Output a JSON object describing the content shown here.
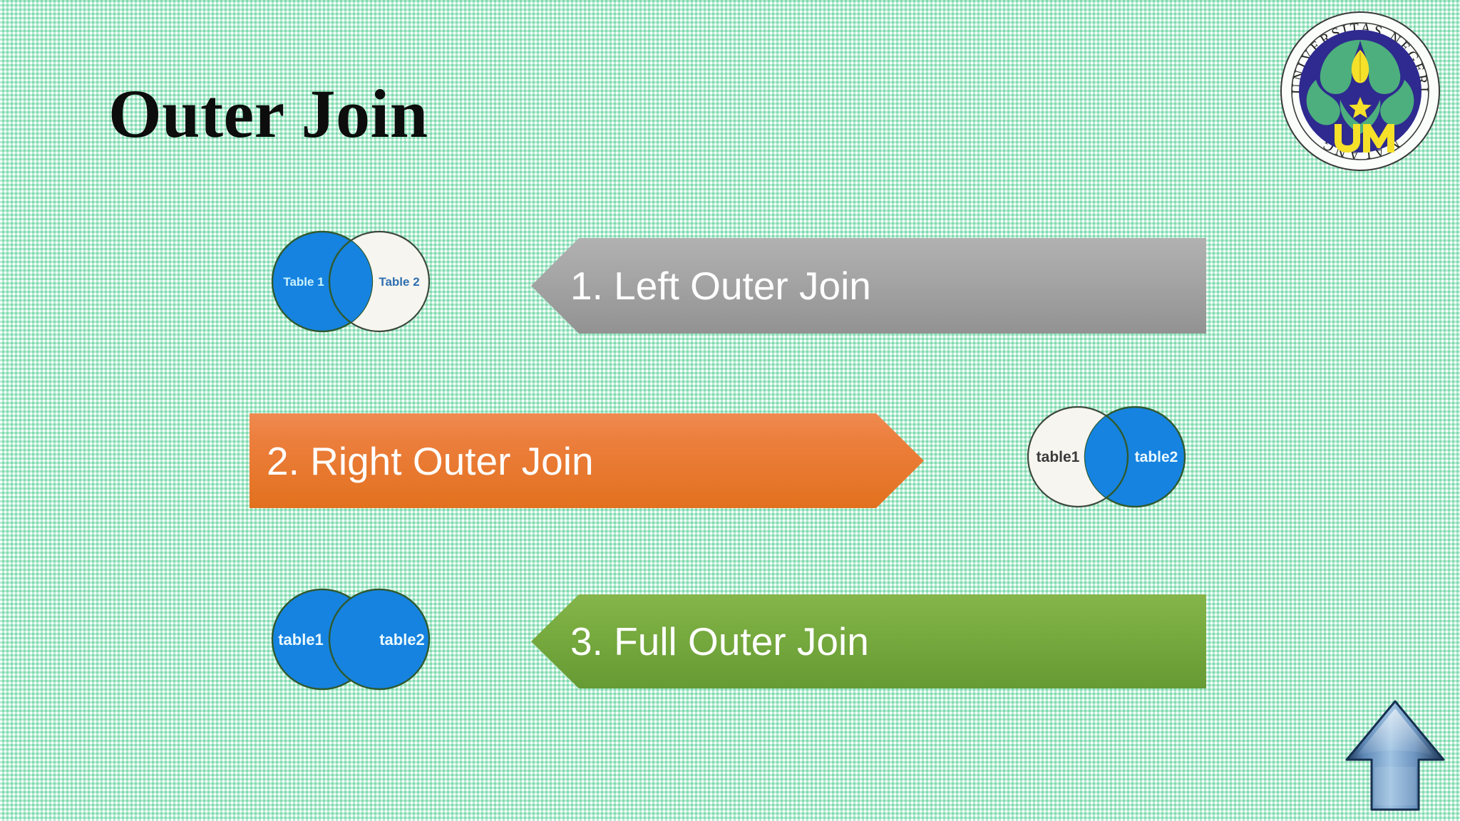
{
  "slide": {
    "title": "Outer Join",
    "background_color": "#fdfffd",
    "pattern_color": "#40cc8c"
  },
  "logo": {
    "name": "universitas-negeri-malang-logo",
    "ring_text_top": "NEGERI",
    "ring_text_left": "UNIVERSITAS",
    "ring_text_right": "MALANG",
    "monogram": "UM",
    "colors": {
      "disc": "#2e2a8f",
      "petal": "#4caf7d",
      "accent": "#f5e02a",
      "ring": "#f2f4ef"
    }
  },
  "rows": [
    {
      "id": "left-outer-join",
      "banner": {
        "label": "1. Left Outer Join",
        "color": "#a6a6a6",
        "direction": "left",
        "position": "right"
      },
      "venn": {
        "position": "left",
        "left_circle": {
          "label": "Table 1",
          "fill": "#1683e0",
          "text_color": "#c9f2ff"
        },
        "right_circle": {
          "label": "Table 2",
          "fill": "#f7f5f0",
          "text_color": "#2f6fb0"
        },
        "overlap_fill": "#1683e0",
        "stroke": "#2f4f2f"
      }
    },
    {
      "id": "right-outer-join",
      "banner": {
        "label": "2. Right Outer Join",
        "color": "#e2711e",
        "direction": "right",
        "position": "left"
      },
      "venn": {
        "position": "right",
        "left_circle": {
          "label": "table1",
          "fill": "#f7f5f0",
          "text_color": "#3a3a3a"
        },
        "right_circle": {
          "label": "table2",
          "fill": "#1683e0",
          "text_color": "#e8f8ff"
        },
        "overlap_fill": "#1683e0",
        "stroke": "#2f4f2f"
      }
    },
    {
      "id": "full-outer-join",
      "banner": {
        "label": "3. Full Outer Join",
        "color": "#79ac40",
        "direction": "left",
        "position": "right"
      },
      "venn": {
        "position": "left",
        "left_circle": {
          "label": "table1",
          "fill": "#1683e0",
          "text_color": "#e8f8ff"
        },
        "right_circle": {
          "label": "table2",
          "fill": "#1683e0",
          "text_color": "#e8f8ff"
        },
        "overlap_fill": "#1683e0",
        "stroke": "#2f4f2f"
      }
    }
  ],
  "nav": {
    "up_arrow_label": "up-arrow",
    "color": "#4a7fb5"
  }
}
